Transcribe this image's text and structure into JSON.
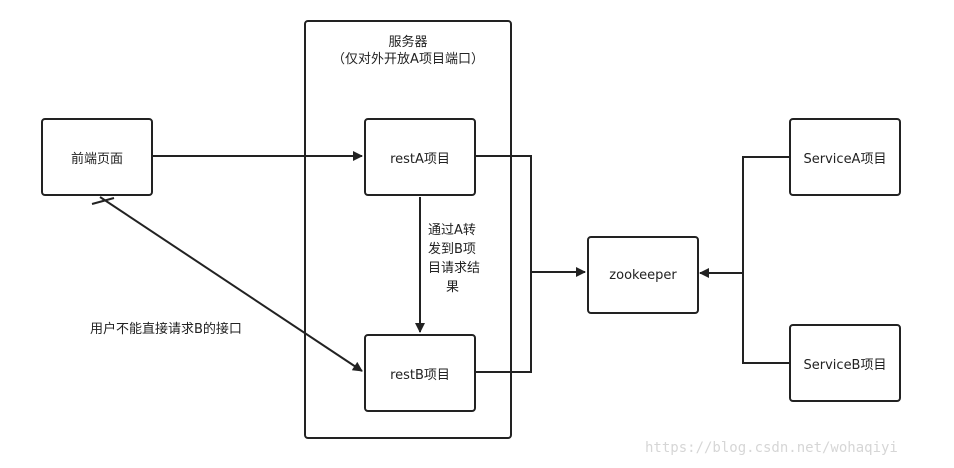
{
  "nodes": {
    "frontend": "前端页面",
    "restA": "restA项目",
    "restB": "restB项目",
    "zookeeper": "zookeeper",
    "serviceA": "ServiceA项目",
    "serviceB": "ServiceB项目"
  },
  "server": {
    "title": "服务器",
    "subtitle": "（仅对外开放A项目端口）"
  },
  "labels": {
    "forward": [
      "通过A转",
      "发到B项",
      "目请求结",
      "果"
    ],
    "blocked": "用户不能直接请求B的接口"
  },
  "watermark": "https://blog.csdn.net/wohaqiyi"
}
